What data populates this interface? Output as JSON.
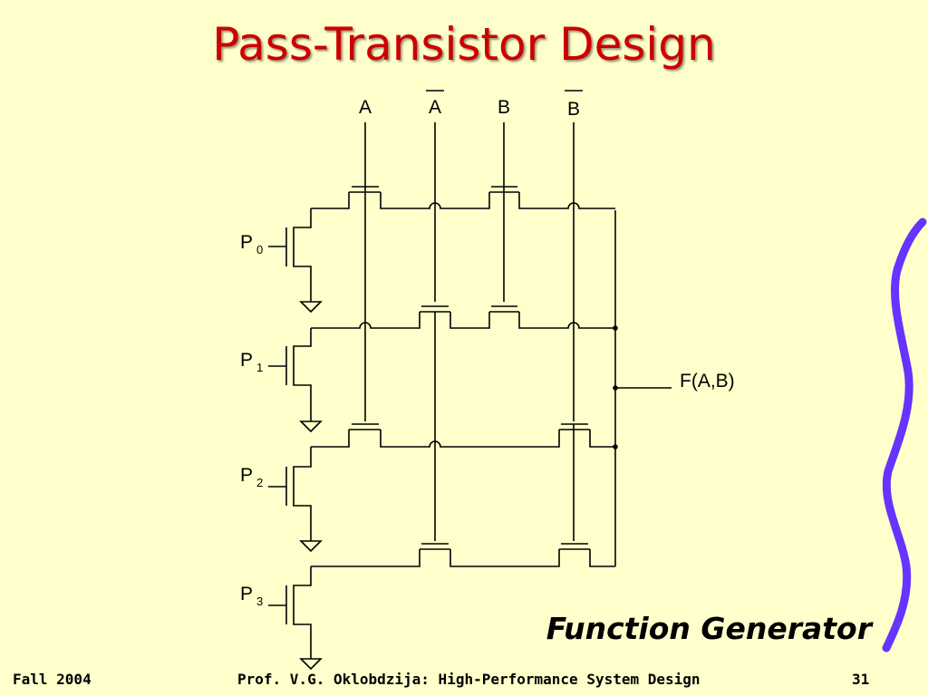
{
  "slide": {
    "title": "Pass-Transistor Design",
    "caption": "Function Generator"
  },
  "inputs": [
    {
      "label": "A",
      "overbar": false
    },
    {
      "label": "A",
      "overbar": true
    },
    {
      "label": "B",
      "overbar": false
    },
    {
      "label": "B",
      "overbar": true
    }
  ],
  "selects": [
    {
      "label": "P",
      "sub": "0"
    },
    {
      "label": "P",
      "sub": "1"
    },
    {
      "label": "P",
      "sub": "2"
    },
    {
      "label": "P",
      "sub": "3"
    }
  ],
  "output": {
    "label": "F(A,B)"
  },
  "footer": {
    "left": "Fall 2004",
    "center": "Prof. V.G. Oklobdzija: High-Performance System Design",
    "right": "31"
  },
  "colors": {
    "background": "#ffffcc",
    "title": "#cc0000",
    "wave": "#6633ff"
  }
}
